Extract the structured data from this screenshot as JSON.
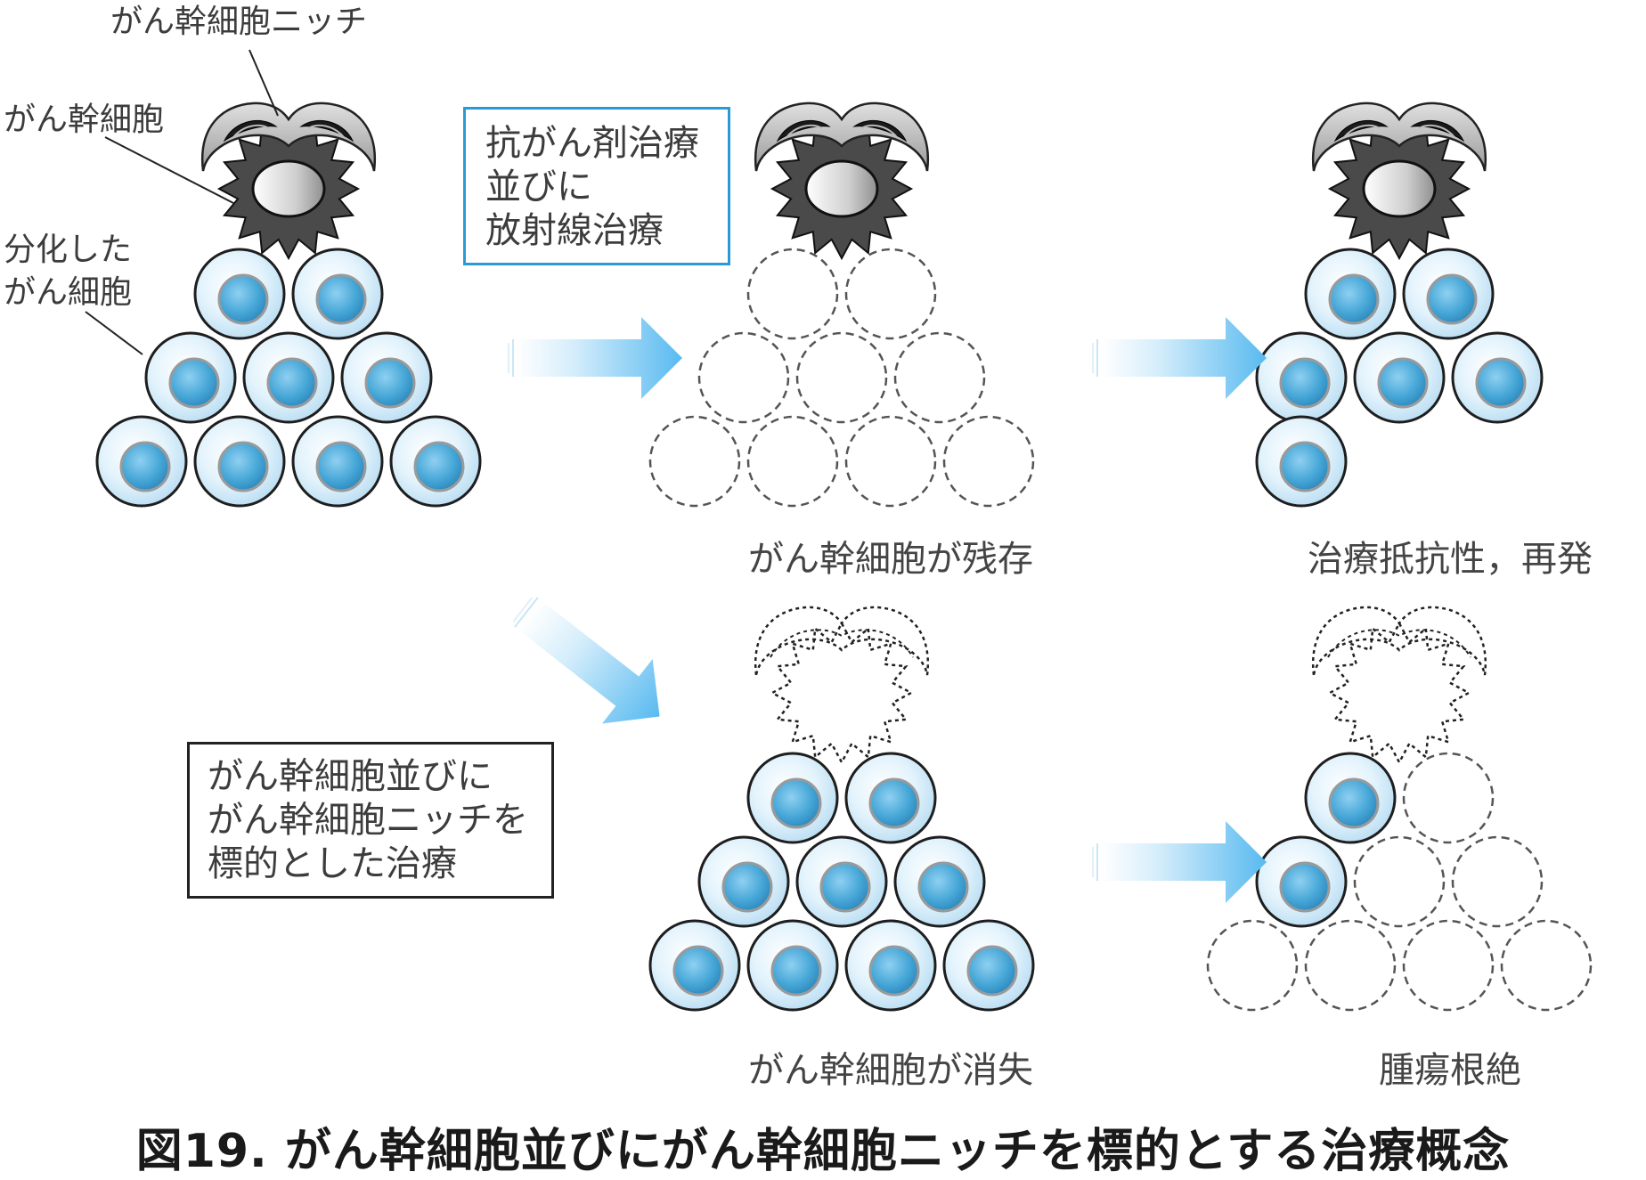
{
  "labels": {
    "niche": "がん幹細胞ニッチ",
    "stem_cell": "がん幹細胞",
    "differentiated_line1": "分化した",
    "differentiated_line2": "がん細胞"
  },
  "treatment_box_conventional": {
    "lines": [
      "抗がん剤治療",
      "並びに",
      "放射線治療"
    ],
    "border_color": "#2b9ad4"
  },
  "treatment_box_targeted": {
    "lines": [
      "がん幹細胞並びに",
      "がん幹細胞ニッチを",
      "標的とした治療"
    ],
    "border_color": "#222222"
  },
  "captions": {
    "stem_cell_remains": "がん幹細胞が残存",
    "resistance_relapse": "治療抵抗性，再発",
    "stem_cell_disappears": "がん幹細胞が消失",
    "tumor_eradication": "腫瘍根絶"
  },
  "figure_title": "図19.  がん幹細胞並びにがん幹細胞ニッチを標的とする治療概念",
  "colors": {
    "cell_fill": "#cfe9f8",
    "nucleus": "#3e9fd0",
    "arrow": "#63bff0",
    "stem_cell": "#4a4a4a",
    "niche": "#8a8a8a"
  }
}
